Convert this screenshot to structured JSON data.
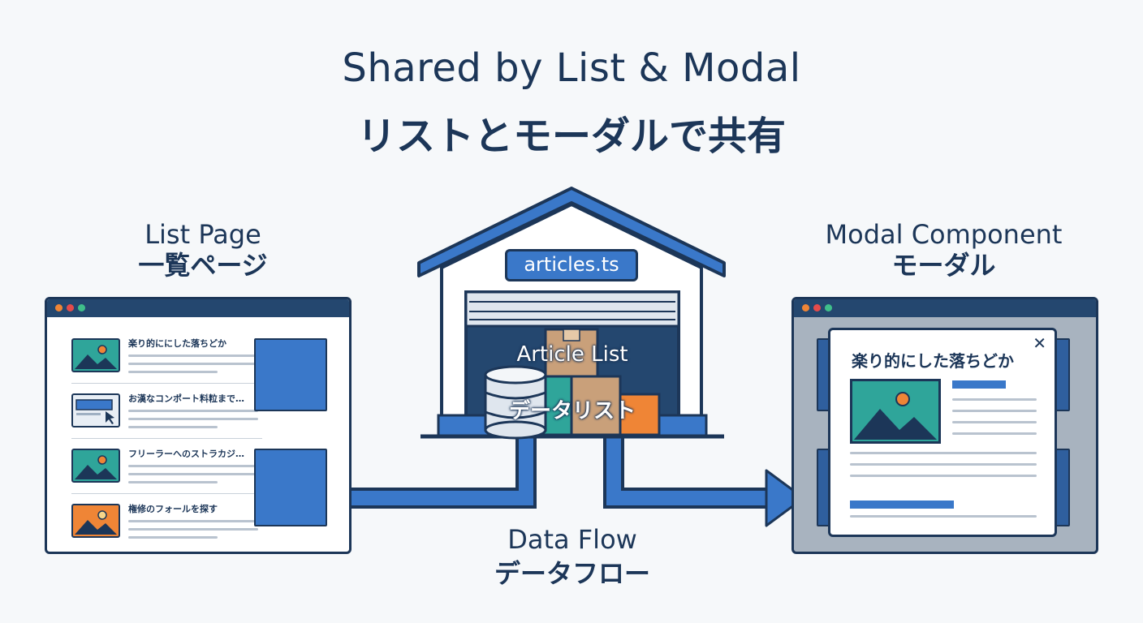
{
  "title": {
    "en": "Shared by List & Modal",
    "ja": "リストとモーダルで共有"
  },
  "list_page": {
    "label_en": "List Page",
    "label_ja": "一覧ページ",
    "items": [
      {
        "title": "楽り的ににした落ちどか",
        "thumb": "landscape-teal"
      },
      {
        "title": "お漢なコンポート料粒まで…",
        "thumb": "browser-cursor"
      },
      {
        "title": "フリーラーへのストラカジ…",
        "thumb": "landscape-teal"
      },
      {
        "title": "権修のフォールを探す",
        "thumb": "landscape-orange"
      }
    ]
  },
  "warehouse": {
    "file_label": "articles.ts",
    "content_en": "Article List",
    "content_ja": "データリスト"
  },
  "flow": {
    "label_en": "Data Flow",
    "label_ja": "データフロー"
  },
  "modal": {
    "label_en": "Modal Component",
    "label_ja": "モーダル",
    "card_title": "楽り的にした落ちどか",
    "close_glyph": "✕"
  },
  "colors": {
    "navy": "#1c3658",
    "blue": "#3a78c9",
    "teal": "#2fa59a",
    "orange": "#ef8536",
    "box_tan": "#c9a07a"
  }
}
